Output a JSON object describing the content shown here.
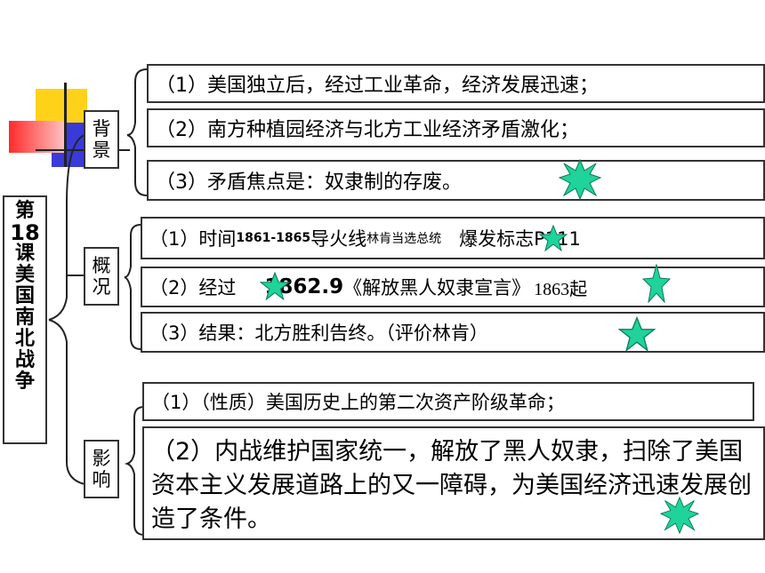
{
  "title": {
    "line1": "第",
    "line2": "18",
    "line3": "课",
    "rest": [
      "美",
      "国",
      "南",
      "北",
      "战",
      "争"
    ]
  },
  "sections": {
    "background": {
      "label": "背景",
      "items": [
        "（1）美国独立后，经过工业革命，经济发展迅速；",
        "（2）南方种植园经济与北方工业经济矛盾激化；",
        "（3）矛盾焦点是：奴隶制的存废。"
      ]
    },
    "overview": {
      "label": "概况",
      "item1": {
        "prefix": "（1）时间",
        "years": "1861-1865",
        "middle": "导火线",
        "small": "林肯当选总统",
        "suffix": "爆发标志P111"
      },
      "item2": {
        "prefix": "（2）经过",
        "date": "1862.9",
        "doc": "《解放黑人奴隶宣言》",
        "suffix": "1863起"
      },
      "item3": "（3）结果：北方胜利告终。（评价林肯）"
    },
    "impact": {
      "label": "影响",
      "item1": "（1）（性质）美国历史上的第二次资产阶级革命；",
      "item2": "（2）内战维护国家统一，解放了黑人奴隶，扫除了美国资本主义发展道路上的又一障碍，为美国经济迅速发展创造了条件。"
    }
  },
  "colors": {
    "star": "#1fd39a",
    "logo_yellow": "#ffd21a",
    "logo_red": "#ff2b2b",
    "logo_blue": "#3a3ad8"
  }
}
